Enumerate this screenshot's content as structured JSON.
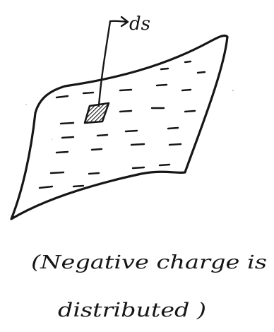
{
  "diagram": {
    "element_label": "ds",
    "caption_line1": "(Negative charge is",
    "caption_line2": "distributed )",
    "charge_marker": "-"
  },
  "colors": {
    "ink": "#161616",
    "paper": "#ffffff"
  }
}
